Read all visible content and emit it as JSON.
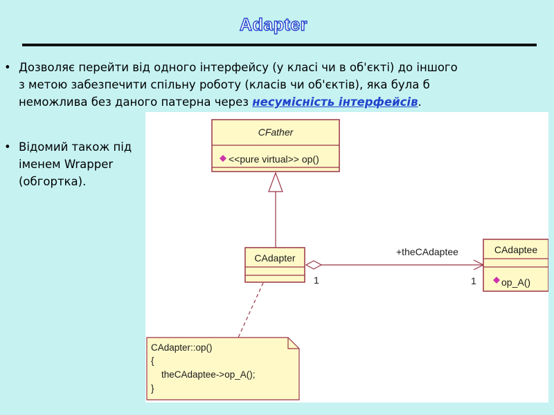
{
  "slide": {
    "title": "Adapter",
    "bullet_symbol": "•",
    "bullet1_lines": [
      "Дозволяє перейти від одного інтерфейсу (у класі чи в об'єкті) до іншого",
      "з метою забезпечити спільну роботу (класів чи об'єктів), яка була б"
    ],
    "bullet1_line3_prefix": "неможлива без даного патерна через ",
    "bullet1_highlight": "несумісність інтерфейсів",
    "bullet1_line3_suffix": ".",
    "bullet2_lines": [
      "Відомий також під",
      "іменем Wrapper",
      "(обгортка)."
    ]
  },
  "diagram": {
    "cfather": {
      "name": "CFather",
      "operation": "<<pure virtual>> op()"
    },
    "cadapter": {
      "name": "CAdapter"
    },
    "cadaptee": {
      "name": "CAdaptee",
      "operation": "op_A()"
    },
    "association": {
      "role": "+theCAdaptee",
      "mult_source": "1",
      "mult_target": "1"
    },
    "note": {
      "lines": [
        "CAdapter::op()",
        "{",
        "    theCAdaptee->op_A();",
        "}"
      ]
    },
    "colors": {
      "class_fill": "#fff9c8",
      "class_border": "#993344",
      "operation_marker": "#cc33aa",
      "note_fill": "#fff9c8",
      "title_fill": "#ffffff",
      "title_outline": "#2244cc",
      "highlight": "#2244cc"
    }
  }
}
